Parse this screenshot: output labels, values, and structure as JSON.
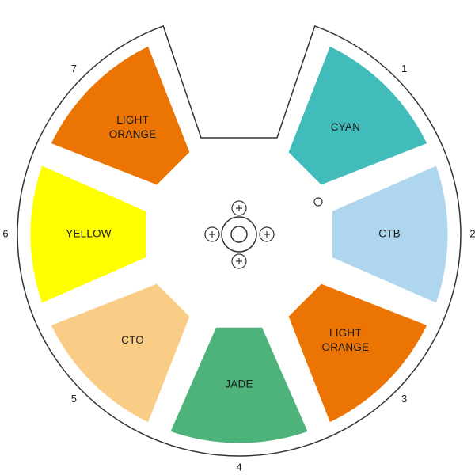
{
  "wheel": {
    "segments": [
      {
        "position": "1",
        "lines": [
          "CYAN"
        ],
        "color": "#42BBBB"
      },
      {
        "position": "2",
        "lines": [
          "CTB"
        ],
        "color": "#AED6EE"
      },
      {
        "position": "3",
        "lines": [
          "LIGHT",
          "ORANGE"
        ],
        "color": "#EC7402"
      },
      {
        "position": "4",
        "lines": [
          "JADE"
        ],
        "color": "#4DB37A"
      },
      {
        "position": "5",
        "lines": [
          "CTO"
        ],
        "color": "#FACD86"
      },
      {
        "position": "6",
        "lines": [
          "YELLOW"
        ],
        "color": "#FFFF00"
      },
      {
        "position": "7",
        "lines": [
          "LIGHT",
          "ORANGE"
        ],
        "color": "#EC7402"
      }
    ],
    "outline_color": "#333333"
  }
}
